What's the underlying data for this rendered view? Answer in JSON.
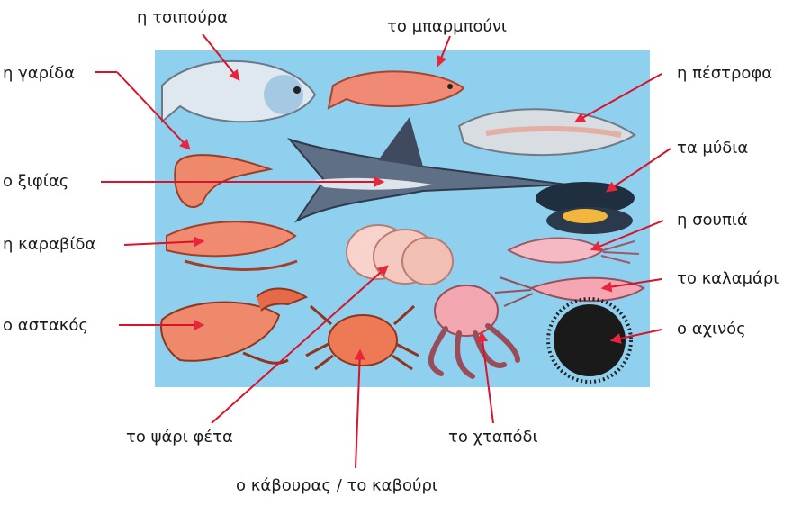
{
  "labels": {
    "tsipoura": "η τσιπούρα",
    "barbouni": "το μπαρμπούνι",
    "garida": "η γαρίδα",
    "pestrofa": "η πέστροφα",
    "mydia": "τα μύδια",
    "xifias": "ο ξιφίας",
    "soupia": "η σουπιά",
    "karavida": "η καραβίδα",
    "kalamari": "το καλαμάρι",
    "astakos": "ο αστακός",
    "axinos": "ο αχινός",
    "psari_feta": "το ψάρι φέτα",
    "xtapodi": "το χταπόδι",
    "kavouras": "ο κάβουρας / το καβούρι"
  },
  "colors": {
    "panel": "#8fd0ee",
    "pointer": "#e8253a",
    "leader": "#d8132a"
  }
}
